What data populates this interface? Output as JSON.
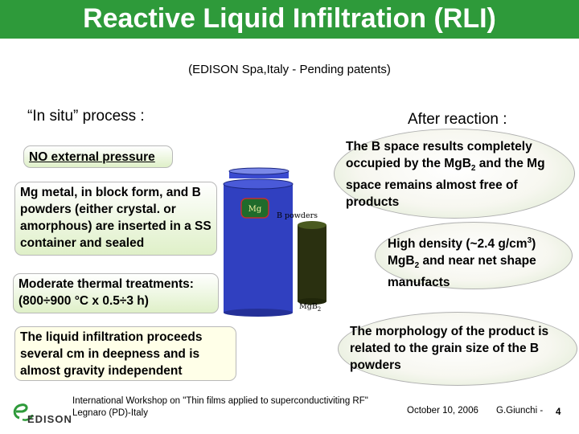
{
  "title": "Reactive Liquid Infiltration (RLI)",
  "subtitle": "(EDISON Spa,Italy - Pending patents)",
  "left_heading": "“In situ” process :",
  "right_heading": "After reaction :",
  "boxes": {
    "no_pressure": "NO external pressure",
    "mg_metal": "Mg metal, in block form, and B powders (either crystal. or amorphous) are inserted in a SS container and sealed",
    "thermal": "Moderate thermal treatments: (800÷900 °C  x   0.5÷3 h)",
    "infiltration": "The liquid infiltration proceeds several cm in deepness and is almost gravity independent",
    "b_space_1": "The B space results  completely occupied by the Mg",
    "b_space_2": " and the Mg space remains almost  free of products",
    "density_1": "High  density (~2.4 g/cm",
    "density_2": ")",
    "density_3": " and near net shape manufacts",
    "morphology": "The morphology of the product is related to the grain size of the B powders"
  },
  "chem": {
    "b2": "2",
    "cm3": "3",
    "mg": "Mg",
    "b": "B"
  },
  "diagram": {
    "mg_label": "Mg",
    "b_powders_label": "B powders",
    "mgb2_label": "MgB2",
    "container_color": "#3040c0",
    "mgb2_color": "#2a3010",
    "mg_block_color": "#1f6b2b"
  },
  "footer": {
    "workshop_line1": "International Workshop on \"Thin films applied to  superconductiviting RF\"",
    "workshop_line2": "Legnaro (PD)-Italy",
    "date": "October 10, 2006",
    "author": "G.Giunchi -",
    "page": "4",
    "logo_text": "EDISON"
  }
}
